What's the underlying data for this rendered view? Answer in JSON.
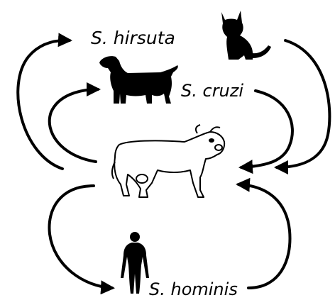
{
  "diagram": {
    "labels": {
      "hirsuta": "S. hirsuta",
      "cruzi": "S. cruzi",
      "hominis": "S. hominis"
    },
    "hosts": {
      "definitive_top": "cat-icon",
      "definitive_middle": "dog-icon",
      "intermediate": "cow-icon",
      "definitive_bottom": "human-icon"
    },
    "colors": {
      "ink": "#000000",
      "background": "#ffffff"
    }
  }
}
